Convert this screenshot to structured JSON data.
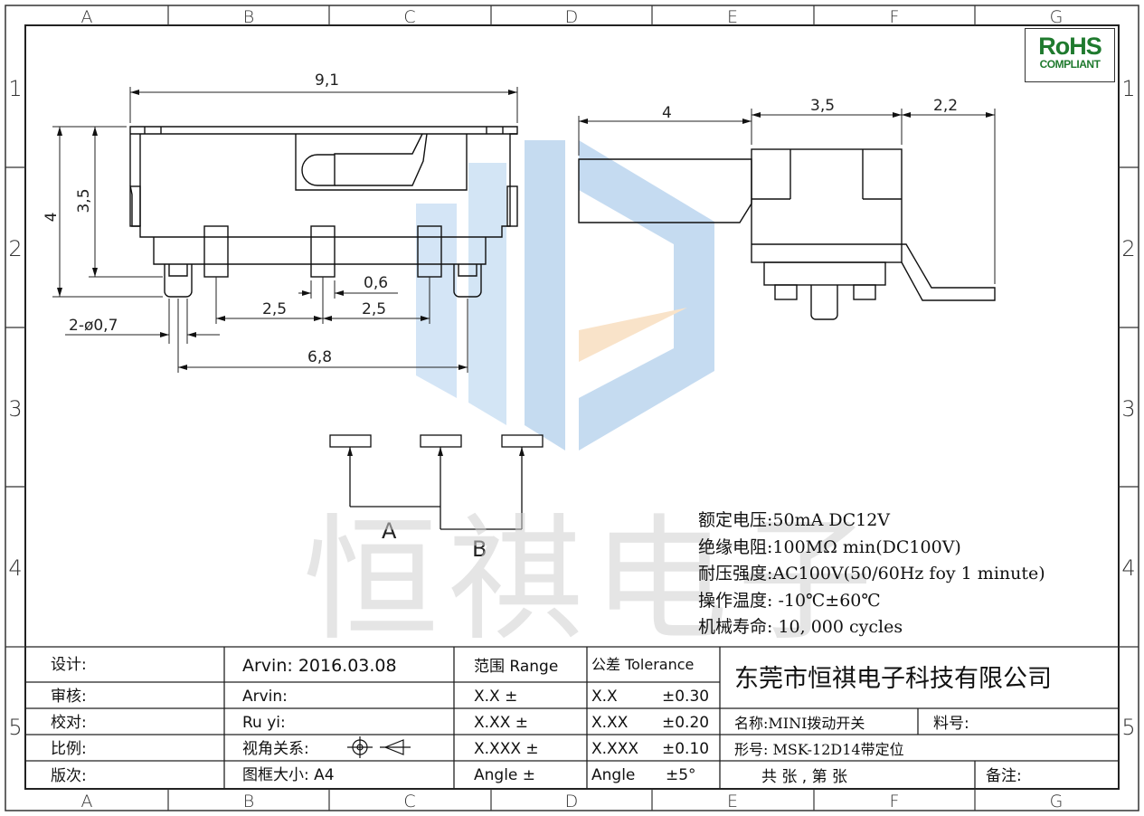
{
  "grid": {
    "columns": [
      "A",
      "B",
      "C",
      "D",
      "E",
      "F",
      "G"
    ],
    "rows": [
      "1",
      "2",
      "3",
      "4",
      "5"
    ]
  },
  "rohs": {
    "line1": "RoHS",
    "line2": "COMPLIANT"
  },
  "watermark": "恒祺电子",
  "dimensions": {
    "overall_length": "9,1",
    "total_height": "4",
    "body_height": "3,5",
    "pin_pitch_left": "2,5",
    "pin_pitch_right": "2,5",
    "pin_width": "0,6",
    "hole_spec": "2-ø0,7",
    "post_spacing": "6,8",
    "lever_length": "4",
    "side_body": "3,5",
    "side_leg": "2,2"
  },
  "schematic": {
    "label_a": "A",
    "label_b": "B"
  },
  "specs": [
    "额定电压:50mA DC12V",
    "绝缘电阻:100MΩ  min(DC100V)",
    "耐压强度:AC100V(50/60Hz foy 1 minute)",
    "操作温度: -10℃±60℃",
    "机械寿命: 10, 000 cycles"
  ],
  "title_block": {
    "labels": [
      "设计:",
      "审核:",
      "校对:",
      "比例:",
      "版次:"
    ],
    "design_value": "Arvin:  2016.03.08",
    "review_value": "Arvin:",
    "check_value": "Ru  yi:",
    "scale_value": "视角关系:",
    "frame_value": "图框大小:  A4",
    "range_header": "范围 Range",
    "tolerance_header": "公差 Tolerance",
    "range_rows": [
      "X.X     ±",
      "X.XX    ±",
      "X.XXX  ±",
      "Angle  ±"
    ],
    "tolerance_rows": [
      {
        "key": "X.X",
        "val": "±0.30"
      },
      {
        "key": "X.XX",
        "val": "±0.20"
      },
      {
        "key": "X.XXX",
        "val": "±0.10"
      },
      {
        "key": "Angle",
        "val": "±5°"
      }
    ],
    "company": "东莞市恒祺电子科技有限公司",
    "name_label": "名称:MINI拨动开关",
    "material_label": "料号:",
    "model_label": "形号: MSK-12D14带定位",
    "sheet_label": "共    张  , 第    张",
    "remark_label": "备注:"
  }
}
